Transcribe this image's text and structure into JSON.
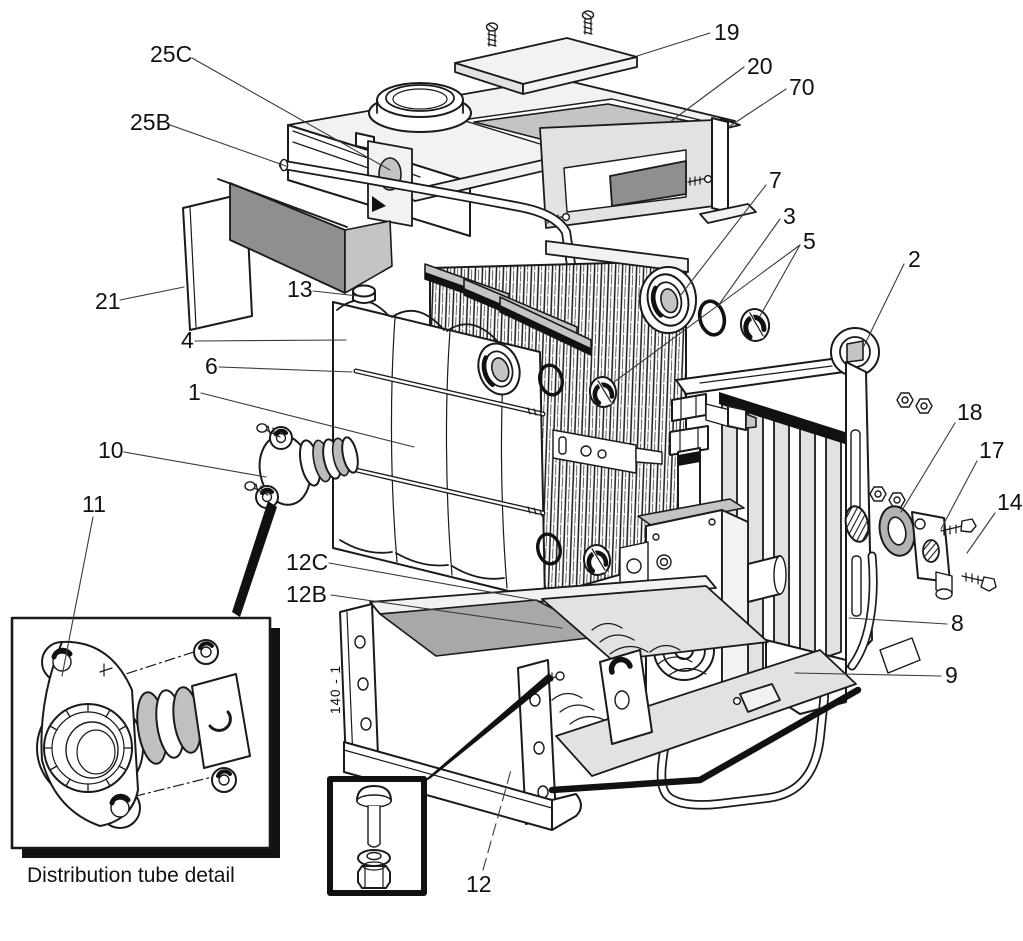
{
  "callouts": {
    "c25C": "25C",
    "c25B": "25B",
    "c19": "19",
    "c20": "20",
    "c70": "70",
    "c7": "7",
    "c3": "3",
    "c5": "5",
    "c2": "2",
    "c21": "21",
    "c13": "13",
    "c4": "4",
    "c6": "6",
    "c1": "1",
    "c10": "10",
    "c11": "11",
    "c12C": "12C",
    "c12B": "12B",
    "c18": "18",
    "c17": "17",
    "c14": "14",
    "c8": "8",
    "c9": "9",
    "c12": "12"
  },
  "insets": {
    "distribution_tube": {
      "caption": "Distribution tube detail"
    }
  },
  "part_marking": "140 - 1",
  "colors": {
    "line": "#1a1a1a",
    "light_gray": "#e2e2e2",
    "mid_gray": "#c4c4c4",
    "dark_gray": "#8f8f8f",
    "gasket_gray": "#b3b3b3",
    "shadow_black": "#111111",
    "background": "#ffffff"
  }
}
